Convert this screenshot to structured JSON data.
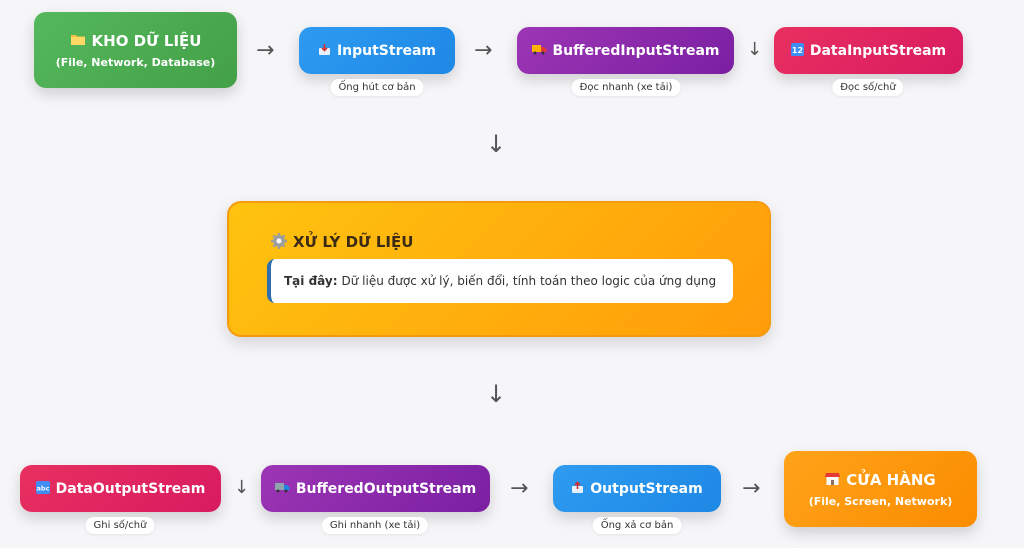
{
  "top_row": {
    "source": {
      "icon": "folder-icon",
      "title": "KHO DỮ LIỆU",
      "subtitle": "(File, Network, Database)"
    },
    "input_stream": {
      "icon": "inbox-icon",
      "label": "InputStream",
      "caption": "Ống hút cơ bản"
    },
    "buffered_input": {
      "icon": "truck-icon",
      "label": "BufferedInputStream",
      "caption": "Đọc nhanh (xe tải)"
    },
    "data_input": {
      "icon": "numbers-icon",
      "label": "DataInputStream",
      "caption": "Đọc số/chữ"
    }
  },
  "process": {
    "icon": "gear-icon",
    "title": "XỬ LÝ DỮ LIỆU",
    "detail_label": "Tại đây:",
    "detail_text": "Dữ liệu được xử lý, biến đổi, tính toán theo logic của ứng dụng"
  },
  "bottom_row": {
    "data_output": {
      "icon": "abc-icon",
      "label": "DataOutputStream",
      "caption": "Ghi số/chữ"
    },
    "buffered_output": {
      "icon": "truck-icon",
      "label": "BufferedOutputStream",
      "caption": "Ghi nhanh (xe tải)"
    },
    "output_stream": {
      "icon": "outbox-icon",
      "label": "OutputStream",
      "caption": "Ống xả cơ bản"
    },
    "destination": {
      "icon": "store-icon",
      "title": "CỬA HÀNG",
      "subtitle": "(File, Screen, Network)"
    }
  },
  "arrows": {
    "right": "→",
    "down": "↓"
  }
}
